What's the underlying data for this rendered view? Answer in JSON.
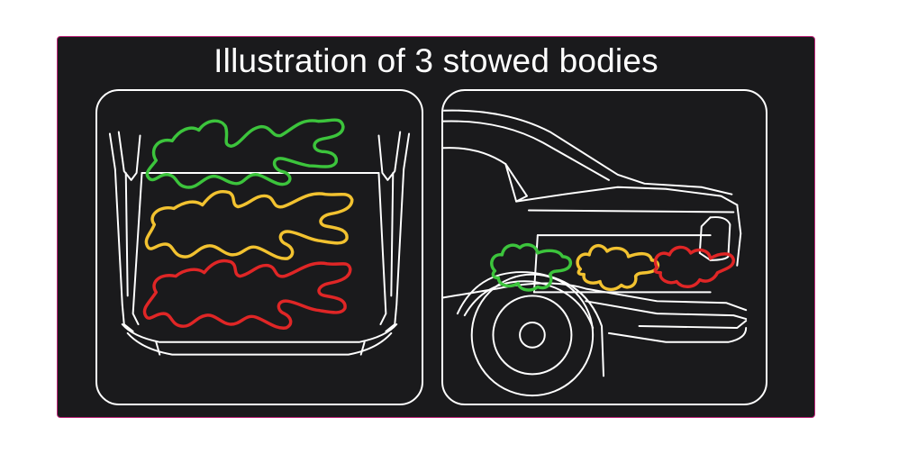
{
  "title": "Illustration of 3 stowed bodies",
  "colors": {
    "background": "#1a1a1c",
    "border_accent": "#c0257a",
    "line": "#ffffff",
    "body_1": "#3cc43c",
    "body_2": "#f2c230",
    "body_3": "#e02626"
  },
  "panels": [
    {
      "view": "trunk-interior-top-view",
      "bodies": [
        "green",
        "yellow",
        "red"
      ]
    },
    {
      "view": "car-rear-side-cutaway",
      "bodies": [
        "green",
        "yellow",
        "red"
      ]
    }
  ]
}
